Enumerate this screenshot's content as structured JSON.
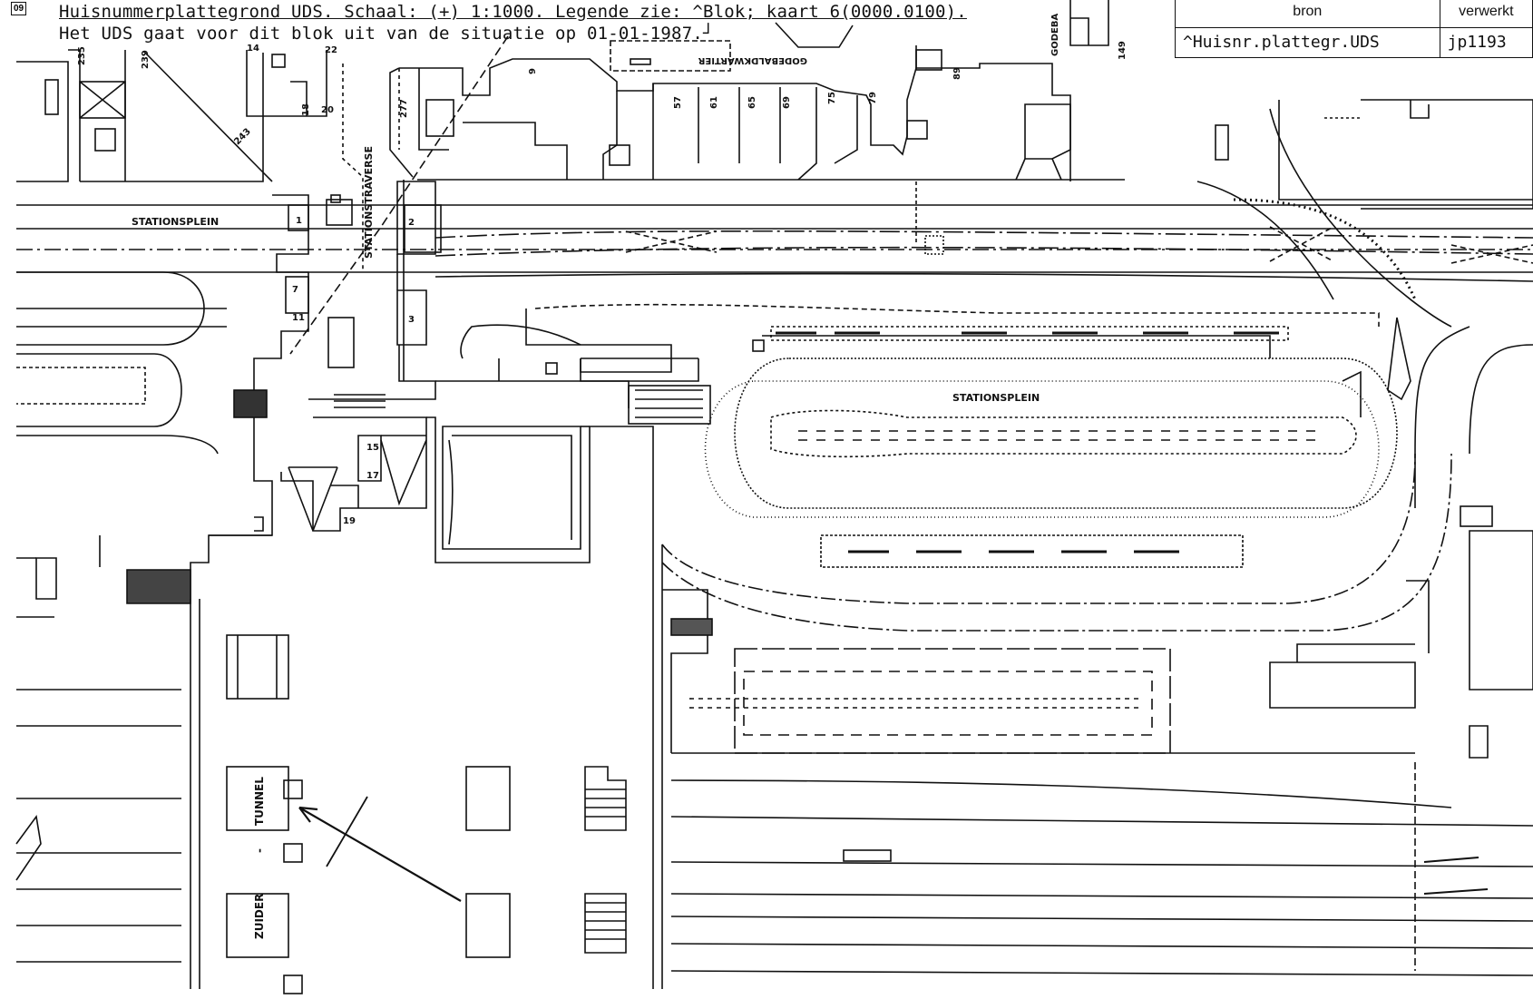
{
  "header": {
    "sheet_number": "09",
    "line1": "Huisnummerplattegrond UDS. Schaal: (+) 1:1000. Legende zie: ^Blok; kaart 6(0000.0100).",
    "line2": "Het UDS gaat voor dit blok uit van de situatie op 01-01-1987.┘"
  },
  "source_table": {
    "col1_header": "bron",
    "col2_header": "verwerkt",
    "col1_value": "^Huisnr.plattegr.UDS",
    "col2_value": "jp1193"
  },
  "street_labels": {
    "stationsplein_west": "STATIONSPLEIN",
    "stationsplein_east": "STATIONSPLEIN",
    "stationstraverse": "STATIONSTRAVERSE",
    "godebaldkwartier": "GODEBALDKWARTIER",
    "godebald_edge": "GODEBA",
    "tunnel": "TUNNEL",
    "zuider": "ZUIDER",
    "tunnel_dash": "-"
  },
  "house_numbers": {
    "n1": "1",
    "n2": "2",
    "n3": "3",
    "n7": "7",
    "n11": "11",
    "n15": "15",
    "n17": "17",
    "n19": "19",
    "n9": "9",
    "n14": "14",
    "n18": "18",
    "n20": "20",
    "n22": "22",
    "n57": "57",
    "n61": "61",
    "n65": "65",
    "n69": "69",
    "n75": "75",
    "n79": "79",
    "n89": "89",
    "n149": "149",
    "n235": "235",
    "n239": "239",
    "n243": "243",
    "n277": "277"
  }
}
